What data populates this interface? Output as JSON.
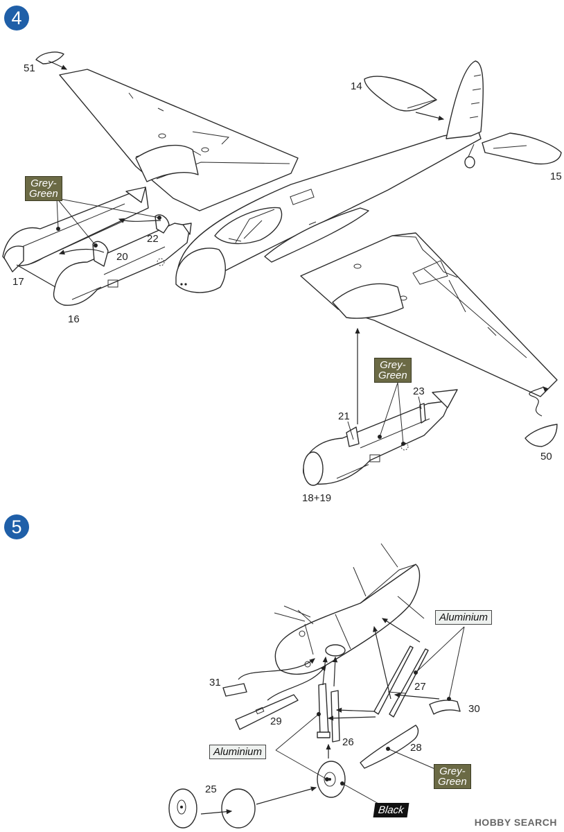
{
  "steps": {
    "step4": "4",
    "step5": "5"
  },
  "step4_parts": {
    "p51": "51",
    "p14": "14",
    "p15": "15",
    "p22": "22",
    "p20": "20",
    "p17": "17",
    "p16": "16",
    "p21": "21",
    "p23": "23",
    "p50": "50",
    "p18_19": "18+19"
  },
  "step5_parts": {
    "p31": "31",
    "p29": "29",
    "p27": "27",
    "p30": "30",
    "p26": "26",
    "p28": "28",
    "p25": "25"
  },
  "paint": {
    "grey_green_a": "Grey-\nGreen",
    "grey_green_b": "Grey-\nGreen",
    "grey_green_c": "Grey-\nGreen",
    "aluminium_a": "Aluminium",
    "aluminium_b": "Aluminium",
    "black": "Black"
  },
  "colors": {
    "step_badge": "#1f5fa8",
    "grey_green": "#6b6a45",
    "black": "#111111"
  },
  "watermark": "HOBBY SEARCH"
}
